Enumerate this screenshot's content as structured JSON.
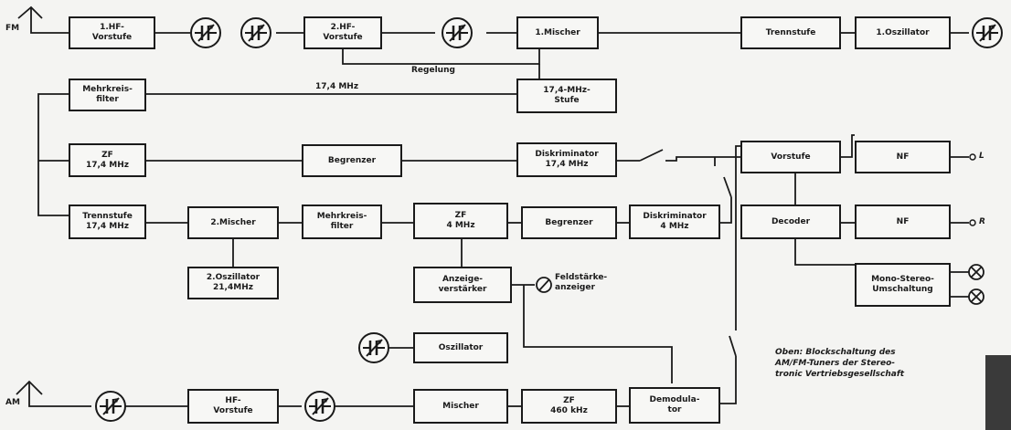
{
  "diagram": {
    "blocks": {
      "hf_vorstufe_1": "1.HF-\nVorstufe",
      "hf_vorstufe_2": "2.HF-\nVorstufe",
      "mischer_1": "1.Mischer",
      "trennstufe_top": "Trennstufe",
      "oszillator_1": "1.Oszillator",
      "mehrkreisfilter_1": "Mehrkreis-\nfilter",
      "stufe_17_4": "17,4-MHz-\nStufe",
      "zf_17_4": "ZF\n17,4 MHz",
      "begrenzer_1": "Begrenzer",
      "diskriminator_17_4": "Diskriminator\n17,4 MHz",
      "vorstufe": "Vorstufe",
      "nf_l": "NF",
      "nf_r": "NF",
      "trennstufe_17_4": "Trennstufe\n17,4 MHz",
      "mischer_2": "2.Mischer",
      "mehrkreisfilter_2": "Mehrkreis-\nfilter",
      "zf_4": "ZF\n4 MHz",
      "begrenzer_2": "Begrenzer",
      "diskriminator_4": "Diskriminator\n4 MHz",
      "decoder": "Decoder",
      "oszillator_2": "2.Oszillator\n21,4MHz",
      "anzeigeverstaerker": "Anzeige-\nverstärker",
      "mono_stereo": "Mono-Stereo-\nUmschaltung",
      "oszillator_am": "Oszillator",
      "hf_vorstufe_am": "HF-\nVorstufe",
      "mischer_am": "Mischer",
      "zf_460": "ZF\n460 kHz",
      "demodulator": "Demodula-\ntor"
    },
    "labels": {
      "fm": "FM",
      "am": "AM",
      "regelung": "Regelung",
      "freq_17_4": "17,4 MHz",
      "feldstaerke": "Feldstärke-\nanzeiger",
      "out_l": "L",
      "out_r": "R"
    },
    "caption": "Oben: Blockschaltung des\nAM/FM-Tuners der Stereo-\ntronic Vertriebsgesellschaft"
  }
}
